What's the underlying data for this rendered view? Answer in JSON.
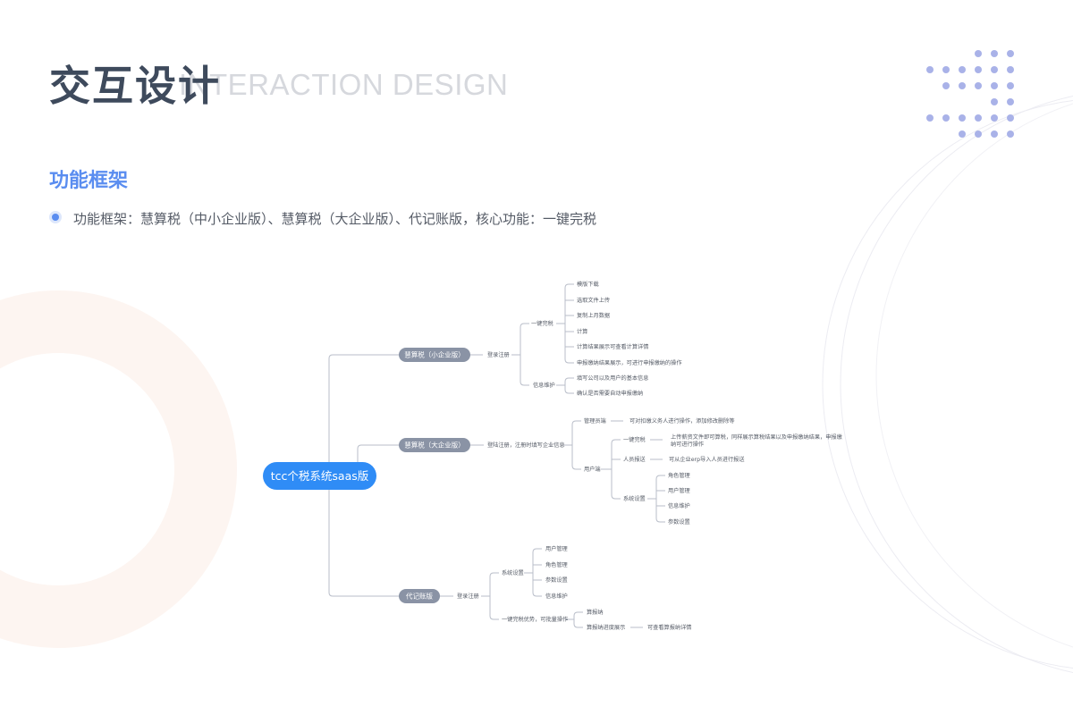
{
  "header": {
    "title_cn": "交互设计",
    "title_en": "INTERACTION DESIGN"
  },
  "section": {
    "title": "功能框架",
    "bullet": "功能框架：慧算税（中小企业版）、慧算税（大企业版）、代记账版，核心功能：一键完税"
  },
  "colors": {
    "accent": "#5a8df0",
    "root_node": "#2f8cf6",
    "branch_node": "#8a93a5",
    "line": "#b9bec9",
    "title": "#3e4a5c",
    "dots": "#a9b2e8"
  },
  "mindmap": {
    "root": "tcc个税系统saas版",
    "branches": [
      {
        "label": "慧算税（小企业版）",
        "children": [
          {
            "label": "登录注册",
            "children": [
              {
                "label": "一键完税",
                "children": [
                  {
                    "label": "模版下载"
                  },
                  {
                    "label": "选取文件上传"
                  },
                  {
                    "label": "复制上月数据"
                  },
                  {
                    "label": "计算"
                  },
                  {
                    "label": "计算结果展示可查看计算详情"
                  },
                  {
                    "label": "申报缴纳结果展示，可进行申报缴纳的操作"
                  }
                ]
              },
              {
                "label": "信息维护",
                "children": [
                  {
                    "label": "填写公司以及用户的基本信息"
                  },
                  {
                    "label": "确认是否需要自动申报缴纳"
                  }
                ]
              }
            ]
          }
        ]
      },
      {
        "label": "慧算税（大企业版）",
        "children": [
          {
            "label": "登陆注册，注册时填写企业信息",
            "children": [
              {
                "label": "管理员端",
                "children": [
                  {
                    "label": "可对扣缴义务人进行操作，添加修改删除等"
                  }
                ]
              },
              {
                "label": "用户端",
                "children": [
                  {
                    "label": "一键完税",
                    "children": [
                      {
                        "label": "上传薪资文件即可算税，同样展示算税结果以及申报缴纳结果，申报缴纳可进行操作"
                      }
                    ]
                  },
                  {
                    "label": "人员报送",
                    "children": [
                      {
                        "label": "可从企业erp导入人员进行报送"
                      }
                    ]
                  },
                  {
                    "label": "系统设置",
                    "children": [
                      {
                        "label": "角色管理"
                      },
                      {
                        "label": "用户管理"
                      },
                      {
                        "label": "信息维护"
                      },
                      {
                        "label": "参数设置"
                      }
                    ]
                  }
                ]
              }
            ]
          }
        ]
      },
      {
        "label": "代记账版",
        "children": [
          {
            "label": "登录注册",
            "children": [
              {
                "label": "系统设置",
                "children": [
                  {
                    "label": "用户管理"
                  },
                  {
                    "label": "角色管理"
                  },
                  {
                    "label": "参数设置"
                  },
                  {
                    "label": "信息维护"
                  }
                ]
              },
              {
                "label": "一键完税优势，可批量操作",
                "children": [
                  {
                    "label": "算报纳"
                  },
                  {
                    "label": "算报纳进度展示",
                    "children": [
                      {
                        "label": "可查看算报纳详情"
                      }
                    ]
                  }
                ]
              }
            ]
          }
        ]
      }
    ]
  }
}
